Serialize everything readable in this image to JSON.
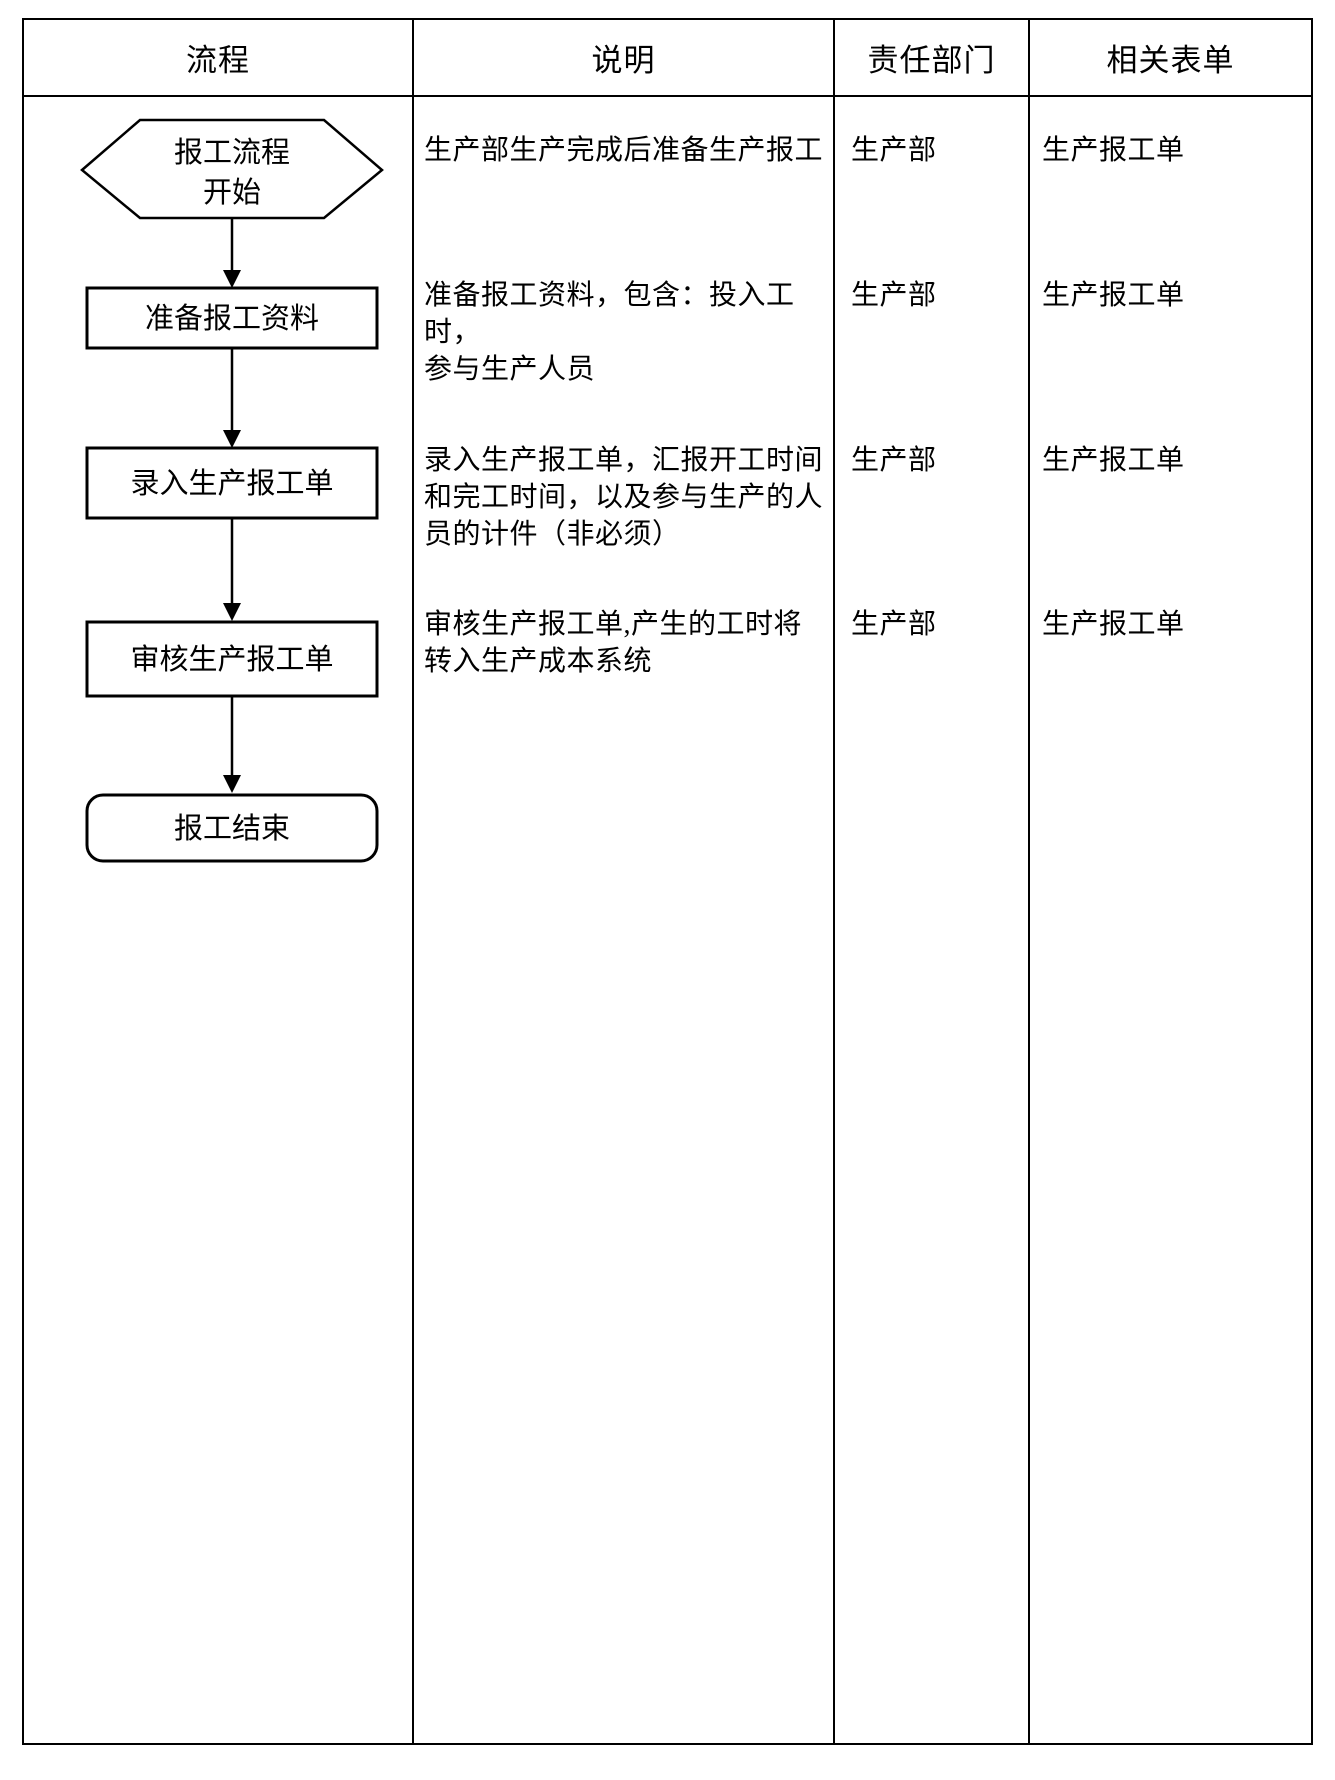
{
  "table": {
    "headers": [
      "流程",
      "说明",
      "责任部门",
      "相关表单"
    ]
  },
  "flowchart": {
    "start_line1": "报工流程",
    "start_line2": "开始",
    "step1": "准备报工资料",
    "step2": "录入生产报工单",
    "step3": "审核生产报工单",
    "end": "报工结束"
  },
  "rows": [
    {
      "description": "生产部生产完成后准备生产报工",
      "department": "生产部",
      "form": "生产报工单"
    },
    {
      "description": "准备报工资料，包含：投入工时，\n参与生产人员",
      "department": "生产部",
      "form": "生产报工单"
    },
    {
      "description": "录入生产报工单，汇报开工时间\n和完工时间，以及参与生产的人\n员的计件（非必须）",
      "department": "生产部",
      "form": "生产报工单"
    },
    {
      "description": "审核生产报工单,产生的工时将\n转入生产成本系统",
      "department": "生产部",
      "form": "生产报工单"
    }
  ],
  "colors": {
    "background": "#ffffff",
    "border": "#000000",
    "text": "#000000"
  }
}
